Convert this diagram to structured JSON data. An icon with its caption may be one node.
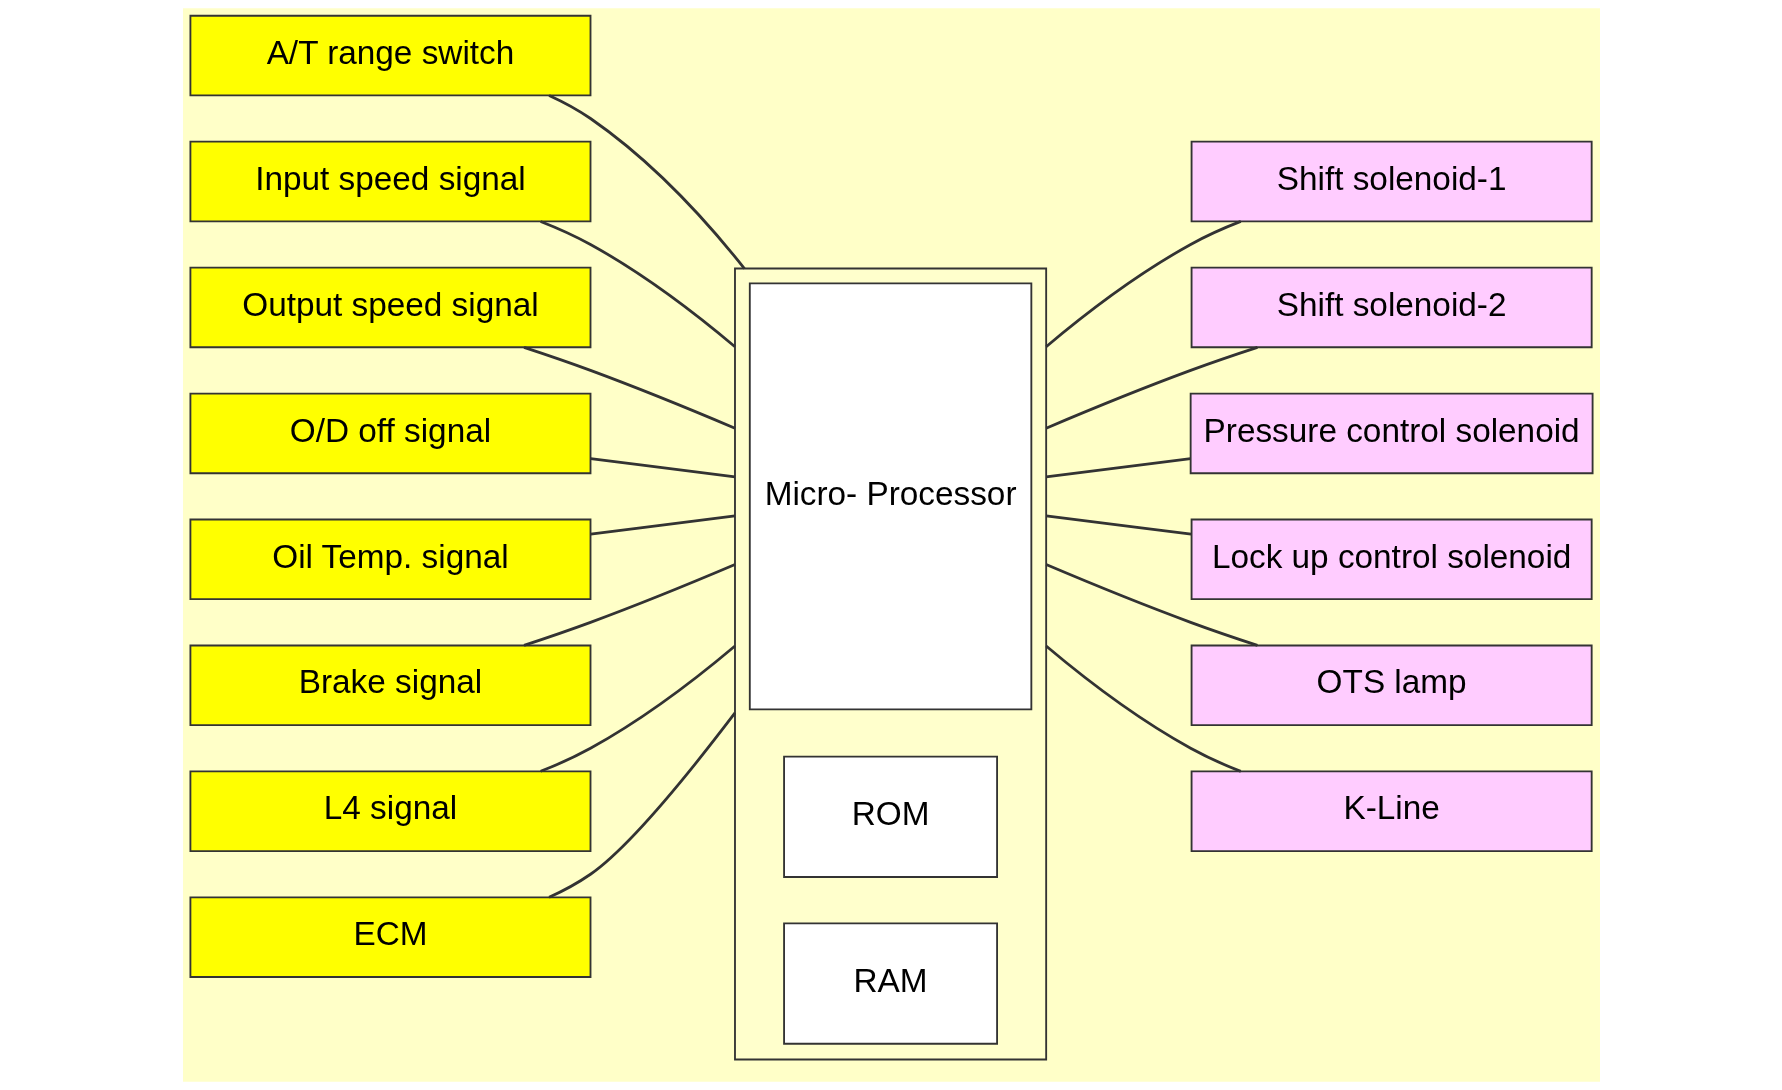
{
  "diagram": {
    "nodes": [
      {
        "text": [
          "A/T range switch"
        ]
      },
      {
        "text": [
          "Input speed signal"
        ]
      },
      {
        "text": [
          "Output speed signal"
        ]
      },
      {
        "text": [
          "O/D off signal"
        ]
      },
      {
        "text": [
          "Oil Temp. signal"
        ]
      },
      {
        "text": [
          "Brake signal"
        ]
      },
      {
        "text": [
          "L4 signal"
        ]
      },
      {
        "text": [
          "ECM"
        ]
      },
      {
        "text": [],
        "shape": "box"
      },
      {
        "text": [
          "Micro- Processor"
        ],
        "in": 8
      },
      {
        "text": [
          "ROM"
        ],
        "in": 8
      },
      {
        "text": [
          "RAM"
        ],
        "in": 8
      },
      {
        "text": [
          "Shift solenoid-1"
        ]
      },
      {
        "text": [
          "Shift solenoid-2"
        ]
      },
      {
        "text": [
          "Pressure control solenoid"
        ]
      },
      {
        "text": [
          "Lock up control solenoid"
        ]
      },
      {
        "text": [
          "OTS lamp"
        ]
      },
      {
        "text": [
          "K-Line"
        ]
      }
    ],
    "edges": [
      {
        "from": 0,
        "to": 8,
        "arrow": "none"
      },
      {
        "from": 1,
        "to": 8,
        "arrow": "none"
      },
      {
        "from": 2,
        "to": 8,
        "arrow": "none"
      },
      {
        "from": 3,
        "to": 8,
        "arrow": "none"
      },
      {
        "from": 4,
        "to": 8,
        "arrow": "none"
      },
      {
        "from": 5,
        "to": 8,
        "arrow": "none"
      },
      {
        "from": 6,
        "to": 8,
        "arrow": "none"
      },
      {
        "from": 7,
        "to": 8,
        "arrow": "none"
      },
      {
        "from": 8,
        "to": 12,
        "arrow": "none"
      },
      {
        "from": 8,
        "to": 13,
        "arrow": "none"
      },
      {
        "from": 8,
        "to": 14,
        "arrow": "none"
      },
      {
        "from": 8,
        "to": 15,
        "arrow": "none"
      },
      {
        "from": 8,
        "to": 16,
        "arrow": "none"
      },
      {
        "from": 8,
        "to": 17,
        "arrow": "none"
      }
    ]
  }
}
